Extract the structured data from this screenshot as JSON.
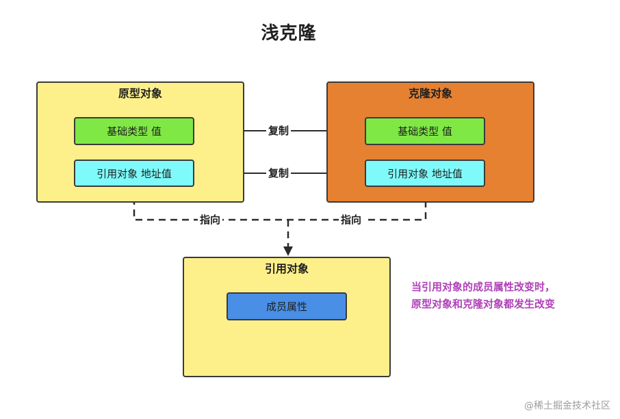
{
  "title": "浅克隆",
  "prototype": {
    "title": "原型对象",
    "primitive": "基础类型 值",
    "reference": "引用对象 地址值"
  },
  "clone": {
    "title": "克隆对象",
    "primitive": "基础类型 值",
    "reference": "引用对象 地址值"
  },
  "referenced_object": {
    "title": "引用对象",
    "member": "成员属性"
  },
  "edges": {
    "copy_primitive": "复制",
    "copy_reference": "复制",
    "points_to_left": "指向",
    "points_to_right": "指向"
  },
  "note": {
    "line1": "当引用对象的成员属性改变时，",
    "line2": "原型对象和克隆对象都发生改变"
  },
  "watermark": "@稀土掘金技术社区",
  "colors": {
    "group_yellow": "#fdf08a",
    "group_orange": "#e58131",
    "box_green": "#7fe845",
    "box_cyan": "#7ffafa",
    "box_blue": "#4a8fe6",
    "note_text": "#b040b8"
  }
}
